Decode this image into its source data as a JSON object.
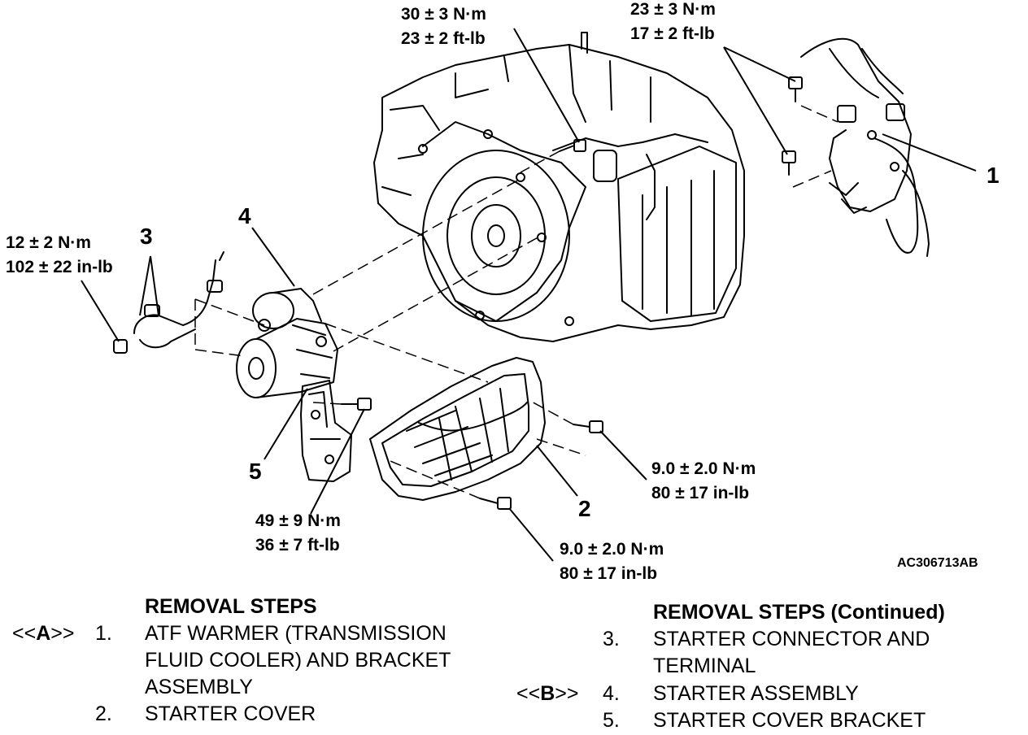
{
  "torques": {
    "t_top_center": [
      "30 ± 3 N·m",
      "23 ± 2 ft-lb"
    ],
    "t_top_right": [
      "23 ± 3 N·m",
      "17 ± 2 ft-lb"
    ],
    "t_left": [
      "12 ± 2 N·m",
      "102 ± 22 in-lb"
    ],
    "t_bottom_center": [
      "49 ± 9 N·m",
      "36 ± 7 ft-lb"
    ],
    "t_right_upper": [
      "9.0 ± 2.0 N·m",
      "80 ± 17 in-lb"
    ],
    "t_right_lower": [
      "9.0 ± 2.0 N·m",
      "80 ± 17 in-lb"
    ]
  },
  "callouts": [
    "1",
    "2",
    "3",
    "4",
    "5"
  ],
  "figure_code": "AC306713AB",
  "removal_steps": {
    "heading": "REMOVAL STEPS",
    "heading_cont": "REMOVAL STEPS (Continued)",
    "items": [
      {
        "tag_open": "<<",
        "tag_letter": "A",
        "tag_close": ">>",
        "num": "1.",
        "lines": [
          "ATF WARMER (TRANSMISSION",
          "FLUID COOLER) AND BRACKET",
          "ASSEMBLY"
        ]
      },
      {
        "num": "2.",
        "lines": [
          "STARTER COVER"
        ]
      },
      {
        "num": "3.",
        "lines": [
          "STARTER CONNECTOR AND",
          "TERMINAL"
        ]
      },
      {
        "tag_open": "<<",
        "tag_letter": "B",
        "tag_close": ">>",
        "num": "4.",
        "lines": [
          "STARTER ASSEMBLY"
        ]
      },
      {
        "num": "5.",
        "lines": [
          "STARTER COVER BRACKET"
        ]
      }
    ]
  }
}
